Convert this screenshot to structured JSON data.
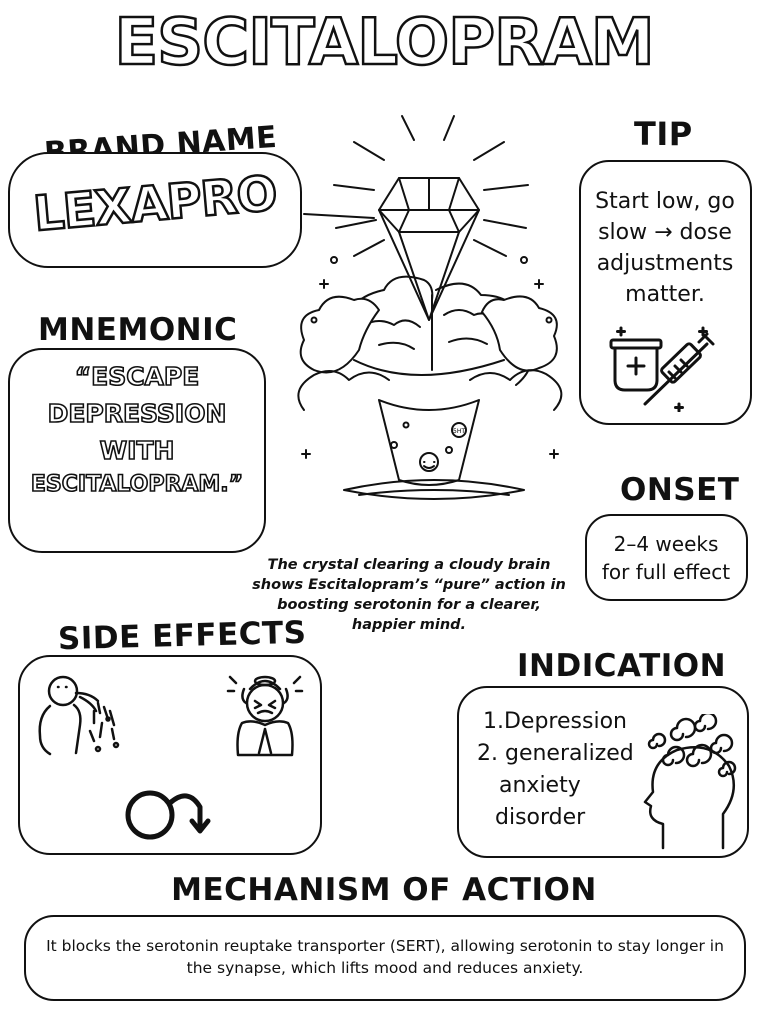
{
  "title": "ESCITALOPRAM",
  "brand": {
    "heading": "BRAND NAME",
    "name": "LEXAPRO"
  },
  "tip": {
    "heading": "TIP",
    "text": "Start low, go slow → dose adjustments matter.",
    "icon": "syringe-and-vial-icon"
  },
  "mnemonic": {
    "heading": "MNEMONIC",
    "lines": [
      "“ESCAPE",
      "DEPRESSION",
      "WITH",
      "ESCITALOPRAM.”"
    ]
  },
  "illustration": {
    "name": "crystal-over-cloudy-brain",
    "label": "5HT"
  },
  "onset": {
    "heading": "ONSET",
    "line1": "2–4 weeks",
    "line2": "for full effect"
  },
  "caption": "The crystal clearing a cloudy brain shows Escitalopram’s “pure” action in boosting serotonin for a clearer, happier mind.",
  "side_effects": {
    "heading": "SIDE EFFECTS",
    "icons": [
      "nausea-vomiting-icon",
      "headache-icon",
      "sexual-dysfunction-icon"
    ]
  },
  "indication": {
    "heading": "INDICATION",
    "item1": "1.Depression",
    "item2": "2. generalized",
    "item2b": "anxiety",
    "item2c": "disorder",
    "icon": "anxious-head-spirals-icon"
  },
  "mechanism": {
    "heading": "MECHANISM OF ACTION",
    "text": "It blocks the serotonin reuptake transporter (SERT), allowing serotonin to stay longer in the synapse, which lifts mood and reduces anxiety."
  }
}
